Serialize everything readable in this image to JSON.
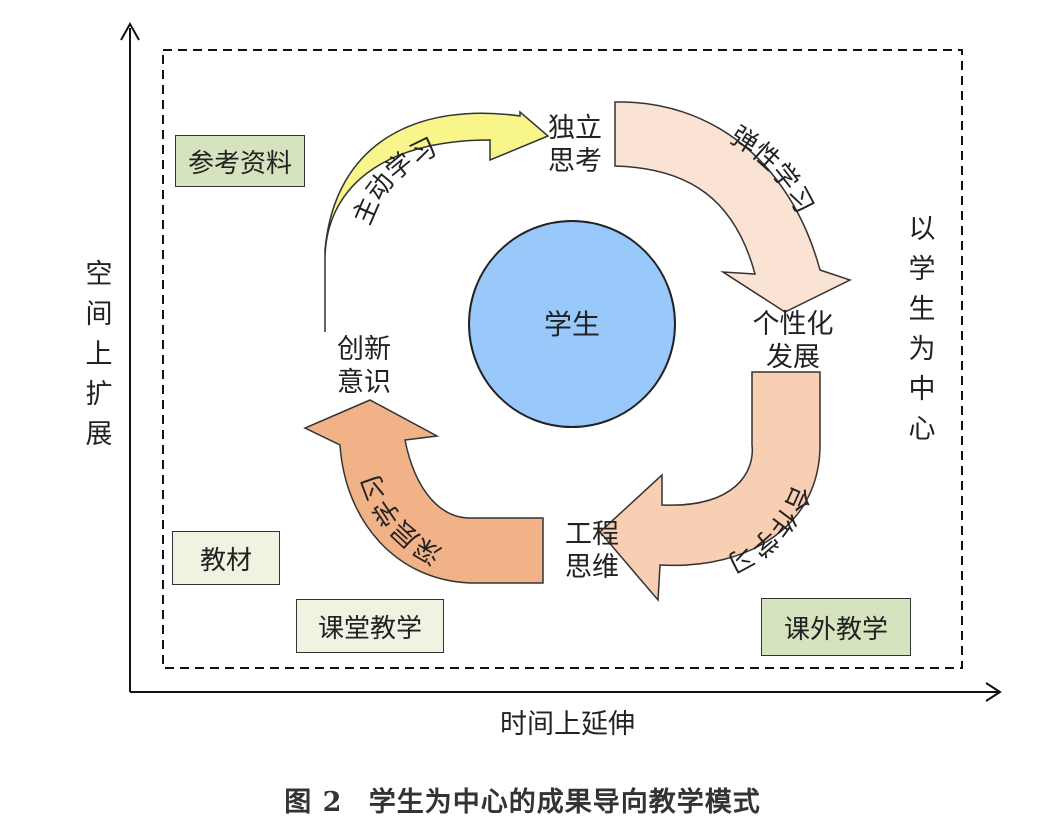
{
  "axes": {
    "x_label": "时间上延伸",
    "y_label": "空间上扩展"
  },
  "center": {
    "label": "学生"
  },
  "arrows": {
    "top_left": {
      "label": "主动学习",
      "color": "#f8f58a"
    },
    "top_right": {
      "label": "弹性学习",
      "color": "#fbe3d4"
    },
    "bottom_right": {
      "label": "合作学习",
      "color": "#f8cfb2"
    },
    "bottom_left": {
      "label": "深层学习",
      "color": "#f1b287"
    }
  },
  "nodes": {
    "independent": [
      "独立",
      "思考"
    ],
    "personal": [
      "个性化",
      "发展"
    ],
    "engineering": [
      "工程",
      "思维"
    ],
    "innovation": [
      "创新",
      "意识"
    ]
  },
  "boxes": {
    "reference": "参考资料",
    "textbook": "教材",
    "classroom": "课堂教学",
    "extracurricular": "课外教学"
  },
  "side_label": "以学生为中心",
  "caption": {
    "number": "图 2",
    "title": "学生为中心的成果导向教学模式"
  },
  "colors": {
    "center_circle": "#99c9fb",
    "box_dark": "#d6e3bf",
    "box_light": "#eef3e2"
  }
}
